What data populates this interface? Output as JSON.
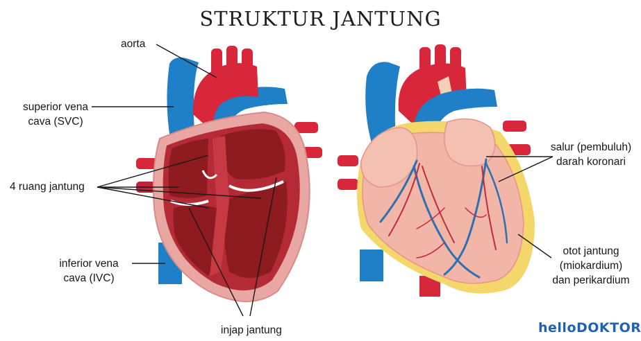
{
  "title": "STRUKTUR JANTUNG",
  "labels": {
    "aorta": "aorta",
    "svc_line1": "superior vena",
    "svc_line2": "cava (SVC)",
    "chambers": "4 ruang jantung",
    "ivc_line1": "inferior vena",
    "ivc_line2": "cava (IVC)",
    "valves": "injap jantung",
    "coronary_line1": "salur (pembuluh)",
    "coronary_line2": "darah koronari",
    "muscle_line1": "otot jantung",
    "muscle_line2": "(miokardium)",
    "muscle_line3": "dan perikardium"
  },
  "brand": {
    "part1": "hello",
    "part2": "DOKTOR"
  },
  "colors": {
    "artery_red": "#d8263a",
    "vein_blue": "#1f7fc7",
    "chamber_dark": "#8e1b20",
    "wall_pink": "#e9a7a4",
    "myocardium": "#f1b6a8",
    "fat_yellow": "#f4d76a",
    "brand_blue": "#1e62b8"
  }
}
